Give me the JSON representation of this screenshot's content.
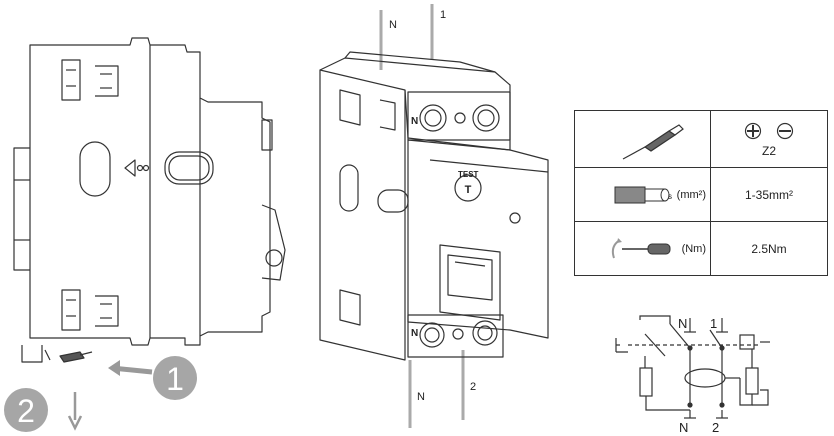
{
  "device_labels": {
    "neutral_top": "N",
    "phase_top": "1",
    "neutral_bottom": "N",
    "phase_bottom": "2",
    "terminal_n_top": "N",
    "terminal_n_bottom": "N",
    "test_button": "TEST",
    "test_letter": "T"
  },
  "steps": {
    "step1": "1",
    "step2": "2"
  },
  "spec_table": {
    "rows": [
      {
        "icon": "screwdriver-icon",
        "unit": "",
        "value": "Z2",
        "value_icons": [
          "pozidriv-icon",
          "flat-slot-icon"
        ]
      },
      {
        "icon": "stripped-wire-icon",
        "unit": "(mm²)",
        "wire_letter": "s",
        "value": "1-35mm²"
      },
      {
        "icon": "torque-screwdriver-icon",
        "unit": "(Nm)",
        "value": "2.5Nm"
      }
    ]
  },
  "schematic": {
    "top_labels": [
      "N",
      "1"
    ],
    "bottom_labels": [
      "N",
      "2"
    ]
  }
}
